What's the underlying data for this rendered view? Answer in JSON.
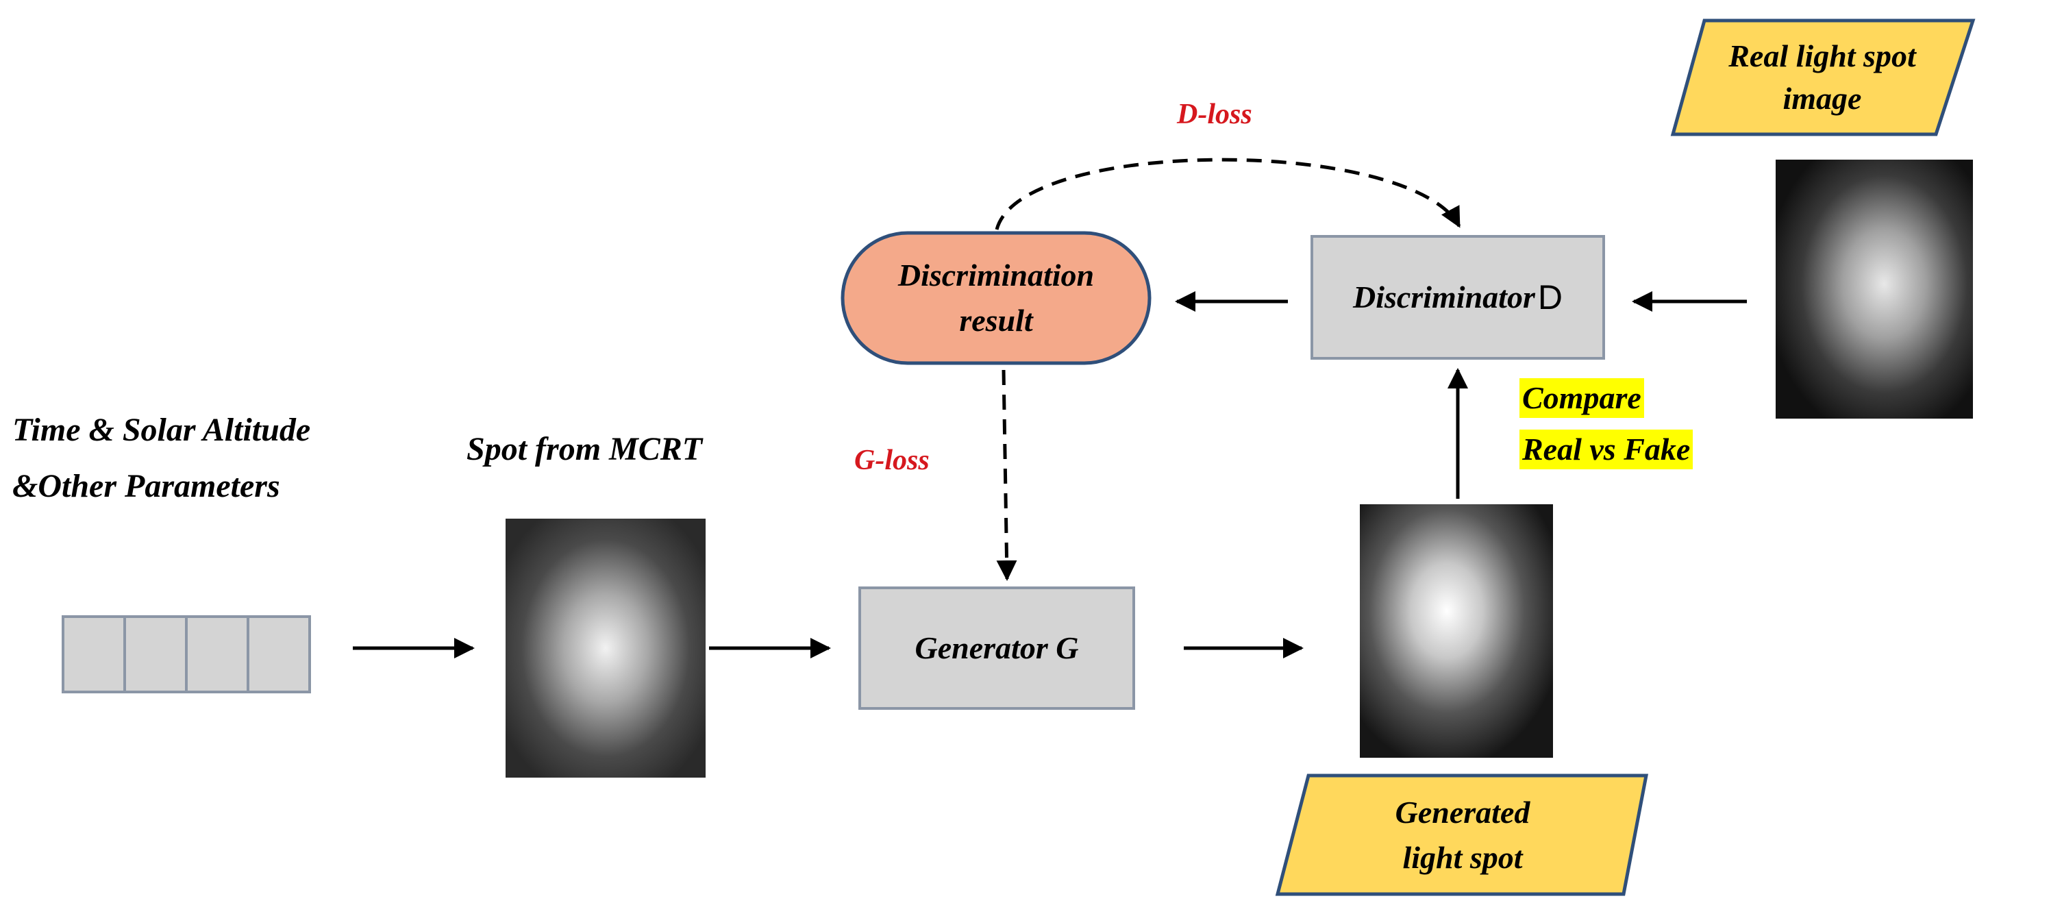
{
  "inputs": {
    "params_line1": "Time & Solar Altitude",
    "params_line2": "&Other Parameters"
  },
  "mcrt_spot": {
    "label": "Spot from MCRT"
  },
  "generator": {
    "label": "Generator G"
  },
  "discriminator": {
    "label_main": "Discriminator ",
    "label_suffix": "D"
  },
  "discrimination_result": {
    "line1": "Discrimination",
    "line2": "result"
  },
  "losses": {
    "d_loss": "D-loss",
    "g_loss": "G-loss"
  },
  "compare_note": {
    "line1": "Compare",
    "line2": "Real vs Fake"
  },
  "real_image": {
    "line1": "Real light spot",
    "line2": "image"
  },
  "generated_image": {
    "line1": "Generated",
    "line2": "light spot"
  },
  "colors": {
    "box_fill": "#d4d4d4",
    "box_stroke": "#8b96a6",
    "result_fill": "#f4a98a",
    "result_stroke": "#2f4f7a",
    "label_fill": "#ffd85c",
    "label_stroke": "#2f4f7a",
    "loss_text": "#d6181e",
    "highlight": "#ffff00"
  }
}
